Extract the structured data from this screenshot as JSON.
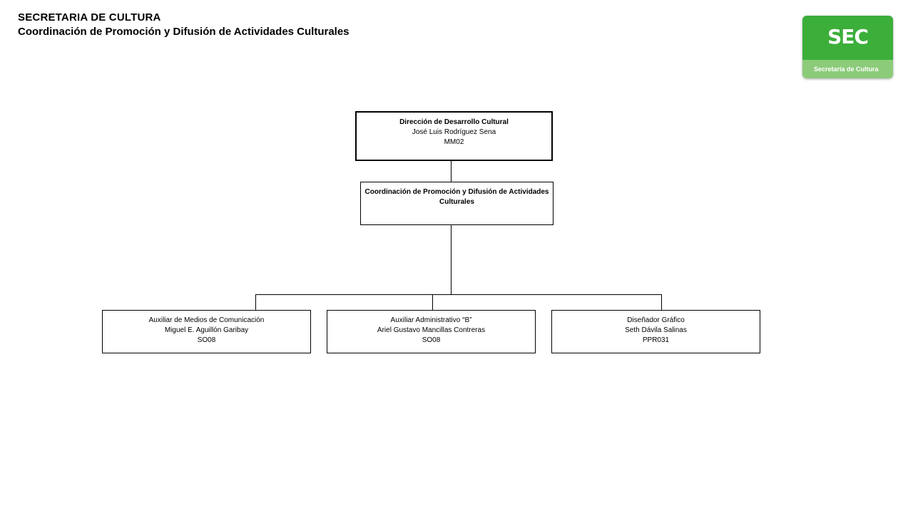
{
  "header": {
    "title": "SECRETARIA DE CULTURA",
    "subtitle": "Coordinación de Promoción y Difusión de Actividades Culturales"
  },
  "logo": {
    "text": "SEC",
    "caption": "Secretaría de Cultura",
    "colors": {
      "primary": "#3cae3a",
      "secondary": "#8ccb7a"
    }
  },
  "org": {
    "top": {
      "title": "Dirección  de Desarrollo Cultural",
      "name": "José Luis Rodríguez Sena",
      "code": "MM02"
    },
    "mid": {
      "title": "Coordinación  de Promoción  y Difusión de Actividades Culturales"
    },
    "children": [
      {
        "title": "Auxiliar  de Medios de Comunicación",
        "name": "Miguel E. Aguillón Garibay",
        "code": "SO08"
      },
      {
        "title": "Auxiliar Administrativo “B”",
        "name": "Ariel Gustavo Mancillas Contreras",
        "code": "SO08"
      },
      {
        "title": "Diseñador Gráfico",
        "name": "Seth Dávila Salinas",
        "code": "PPR031"
      }
    ]
  }
}
